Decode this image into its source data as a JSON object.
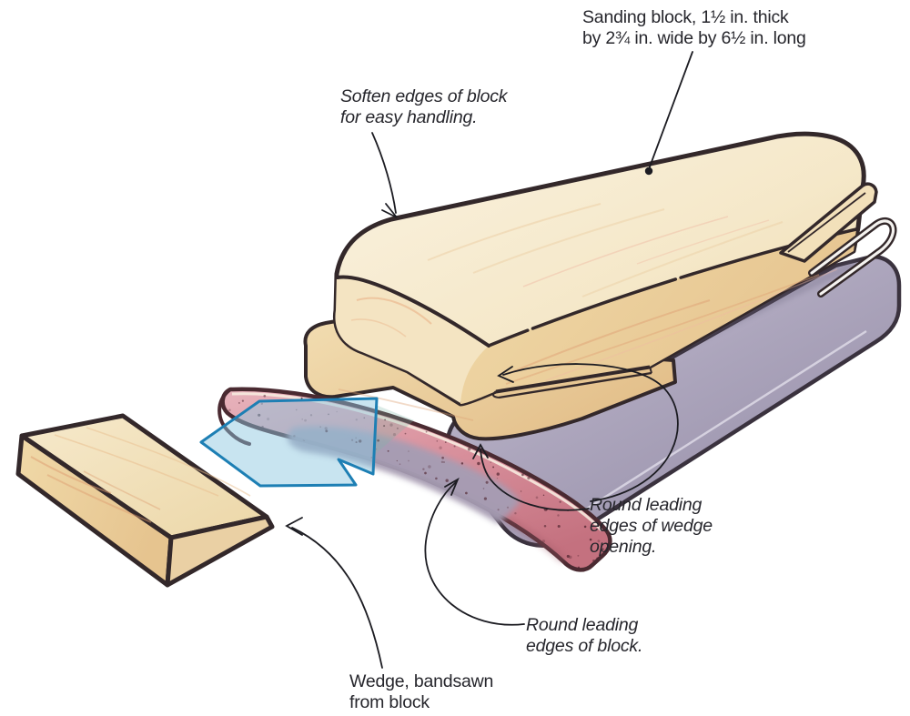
{
  "annotations": {
    "sanding_block": {
      "lines": [
        "Sanding block, 1½ in. thick",
        "by 2¾ in. wide by 6½ in. long"
      ],
      "style": "regular"
    },
    "soften_edges": {
      "lines": [
        "Soften edges of block",
        "for easy handling."
      ],
      "style": "italic"
    },
    "wedge_opening": {
      "lines": [
        "Round leading",
        "edges of wedge",
        "opening."
      ],
      "style": "italic"
    },
    "block_edges": {
      "lines": [
        "Round leading",
        "edges of block."
      ],
      "style": "italic"
    },
    "wedge": {
      "lines": [
        "Wedge, bandsawn",
        "from block"
      ],
      "style": "regular"
    }
  },
  "illustration": {
    "subject": "Shop-made sanding block with kerf, wedge and wrapped sandpaper",
    "parts": [
      "sanding-block",
      "wedge-opening-kerf",
      "sandpaper-sheet",
      "sandpaper-curled-end",
      "insertion-arrow",
      "wedge"
    ],
    "colors": {
      "background": "#ffffff",
      "wood_light": "#f8efda",
      "wood_mid": "#eed7a9",
      "wood_shade": "#e2bd85",
      "grain": "#e2a078",
      "outline": "#33282a",
      "sandpaper_back": "#a79fb6",
      "sandpaper_back_light": "#cac5d6",
      "sandpaper_grit_pink": "#d9919d",
      "sandpaper_grit_dark": "#c4717f",
      "speckle": "#4e232e",
      "arrow_blue": "#1d7fb4",
      "arrow_blue_fill": "#8cc6e0",
      "leader": "#1c1c22",
      "text": "#26262c"
    }
  }
}
